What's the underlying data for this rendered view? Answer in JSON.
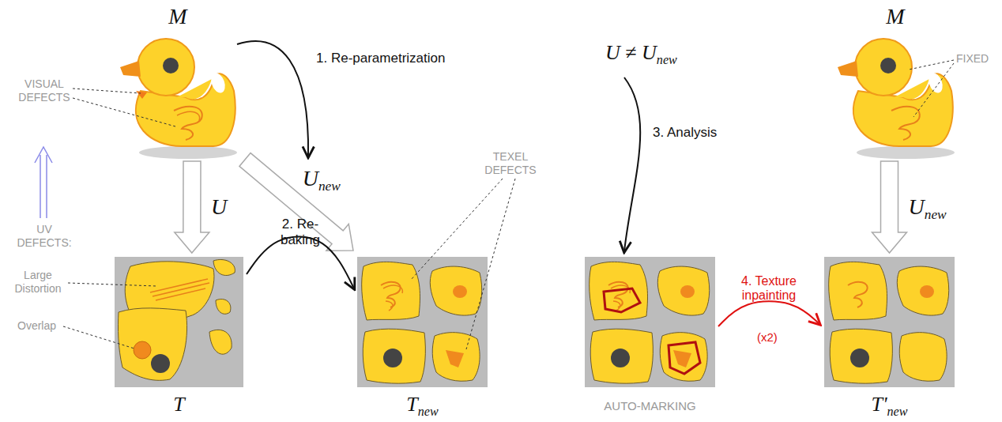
{
  "diagram": {
    "nodes": [
      {
        "text": [
          "M"
        ]
      },
      {
        "text": [
          "T"
        ]
      },
      {
        "text": [
          "Tnew"
        ]
      },
      {
        "text": [
          "AUTO-MARKING"
        ]
      },
      {
        "text": [
          "M"
        ]
      },
      {
        "text": [
          "T'new"
        ]
      }
    ],
    "edges": [
      {
        "from": 0,
        "to": 1,
        "arrow": "to",
        "label": "U"
      },
      {
        "from": 0,
        "to": 2,
        "arrow": "to",
        "label": "Unew"
      },
      {
        "from": 1,
        "to": 2,
        "arrow": "to",
        "label": "2. Re-baking"
      },
      {
        "from": 3,
        "to": 5,
        "arrow": "to",
        "label": "4. Texture inpainting"
      },
      {
        "from": 4,
        "to": 5,
        "arrow": "to",
        "label": "Unew"
      }
    ],
    "labels": [
      "1. Re-parametrization",
      "VISUAL DEFECTS",
      "UV DEFECTS:",
      "Large Distortion",
      "Overlap",
      "TEXEL DEFECTS",
      "U ≠ Unew",
      "3. Analysis",
      "(x2)",
      "FIXED"
    ]
  }
}
